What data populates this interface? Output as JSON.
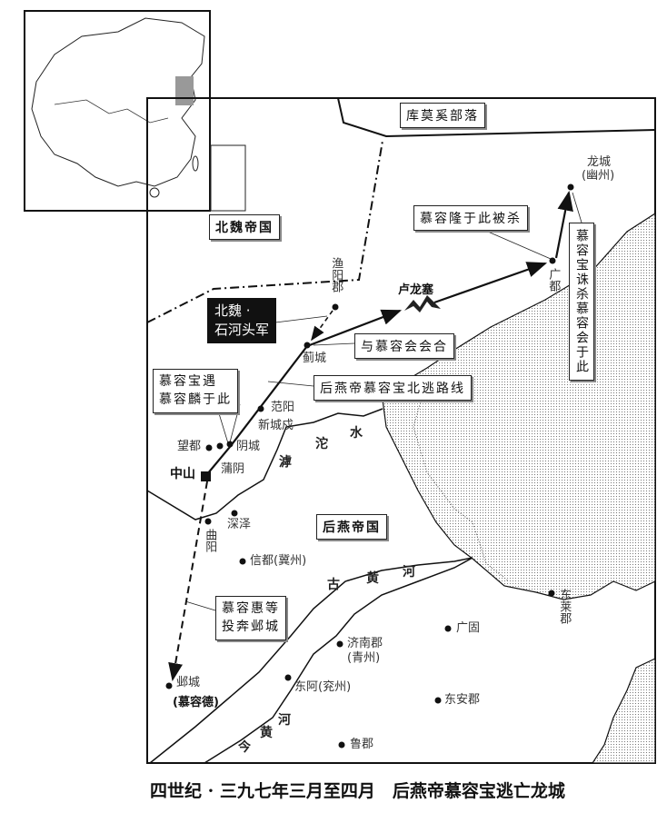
{
  "caption": "四世纪 · 三九七年三月至四月　后燕帝慕容宝逃亡龙城",
  "regions": {
    "kumoxi": "库莫奚部落",
    "northern_wei": "北魏帝国",
    "later_yan": "后燕帝国"
  },
  "army_label": [
    "北魏 ·",
    "石河头军"
  ],
  "annotations": {
    "longcheng_kill": "慕容宝诛杀慕容会于此",
    "murong_long": "慕容隆于此被杀",
    "meet": "与慕容会会合",
    "route": "后燕帝慕容宝北逃路线",
    "murong_lin": [
      "慕容宝遇",
      "慕容麟于此"
    ],
    "murong_hui": [
      "慕容惠等",
      "投奔邺城"
    ]
  },
  "places": {
    "longcheng": "龙城",
    "youzhou": "(幽州)",
    "guangdu": "广都",
    "lulongsai": "卢龙塞",
    "yuyang": "渔阳郡",
    "jicheng": "蓟城",
    "fanyang": "范阳",
    "xinchengshu": "新城戍",
    "wangdu": "望都",
    "yincheng": "阴城",
    "puyin": "蒲阴",
    "zhongshan": "中山",
    "shenze": "深泽",
    "quyang": "曲阳",
    "xindu": "信都(冀州)",
    "donglai": "东莱郡",
    "guanggu": "广固",
    "jinan": "济南郡",
    "qingzhou": "(青州)",
    "dong_e": "东阿(兖州)",
    "yecheng": "邺城",
    "murong_de": "(慕容德)",
    "dongan": "东安郡",
    "lujun": "鲁郡"
  },
  "rivers": {
    "hutuo": [
      "滹",
      "沱",
      "水"
    ],
    "old_yellow": [
      "古",
      "黄",
      "河"
    ],
    "new_yellow": [
      "今",
      "黄",
      "河"
    ]
  }
}
